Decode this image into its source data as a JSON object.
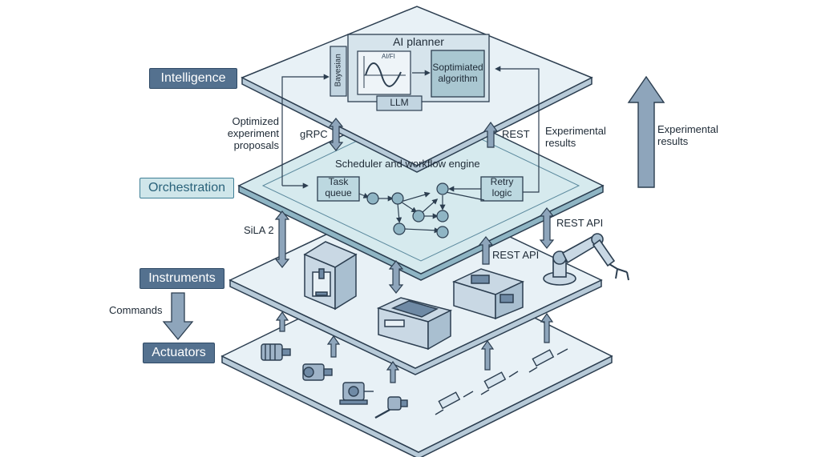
{
  "layers": {
    "intelligence": "Intelligence",
    "orchestration": "Orchestration",
    "instruments": "Instruments",
    "actuators": "Actuators"
  },
  "ai_planner": {
    "title": "AI planner",
    "bayesian": "Bayesian",
    "signal_label": "AI/FI",
    "algorithm": "Soptimiated\nalgorithm",
    "llm": "LLM"
  },
  "orchestration_block": {
    "title": "Scheduler and workflow engine",
    "task_queue": "Task\nqueue",
    "retry_logic": "Retry\nlogic"
  },
  "flows": {
    "optimized_proposals": "Optimized\nexperiment\nproposals",
    "grpc": "gRPC",
    "rest": "REST",
    "experimental_results_mid": "Experimental\nresults",
    "experimental_results_right": "Experimental\nresults",
    "sila2": "SiLA 2",
    "rest_api_upper": "REST API",
    "rest_api_lower": "REST API",
    "commands": "Commands"
  },
  "colors": {
    "layer_fill": "#e8f1f6",
    "layer_side": "#b7cad8",
    "layer_edge": "#2c3e50",
    "arrow": "#6f8aa5",
    "tag_blue": "#54718f",
    "tag_teal": "#cfe6ea"
  }
}
